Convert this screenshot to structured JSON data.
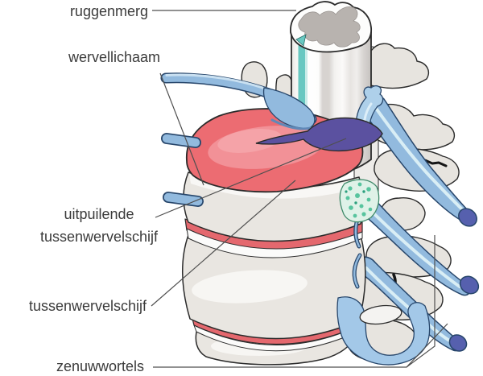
{
  "figure": {
    "description": "Anatomical diagram of a lumbar spine segment with a bulging (herniated) intervertebral disc pressing on nerve roots, labels in Dutch",
    "labels": {
      "spinal_cord": "ruggenmerg",
      "vertebral_body": "wervellichaam",
      "bulging_disc_line1": "uitpuilende",
      "bulging_disc_line2": "tussenwervelschijf",
      "intervertebral_disc": "tussenwervelschijf",
      "nerve_roots": "zenuwwortels"
    },
    "colors": {
      "background": "#ffffff",
      "disc_red": "#ec6c72",
      "disc_red_highlight": "#f29197",
      "disc_band_red": "#e4686e",
      "hernia_purple": "#5b51a0",
      "nerve_blue": "#92bade",
      "nerve_blue_light": "#aed0ea",
      "nerve_highlight": "#d9eef5",
      "nerve_tip_blue": "#5660ae",
      "nerve_outline": "#27466b",
      "bone": "#e8e5e0",
      "bone_highlight": "#f7f6f3",
      "cord_teal": "#68c8c1",
      "gray_matter": "#b8b3af",
      "facet_speckle_teal": "#57c49e",
      "csf_blue": "#a3c8e8",
      "outline": "#2b2b2b",
      "label_text": "#3b3b3b",
      "leader_line": "#4f4f4f"
    }
  }
}
